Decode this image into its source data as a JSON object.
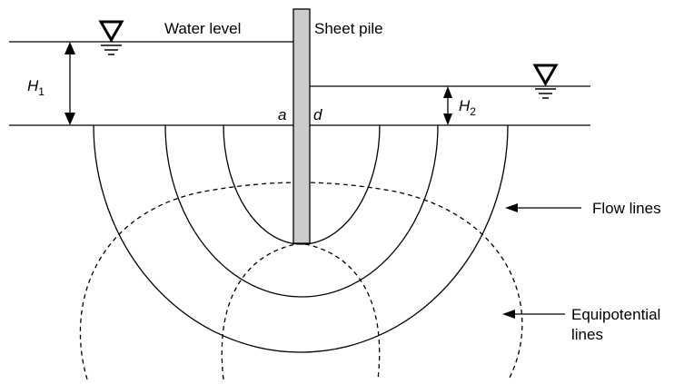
{
  "labels": {
    "water_level": "Water level",
    "sheet_pile": "Sheet pile",
    "h1": "H",
    "h1_sub": "1",
    "h2": "H",
    "h2_sub": "2",
    "point_a": "a",
    "point_d": "d",
    "flow_lines": "Flow lines",
    "equipotential_line1": "Equipotential",
    "equipotential_line2": "lines"
  },
  "icons": {
    "water_level_symbol": "inverted-triangle-water-icon"
  },
  "colors": {
    "pile_fill": "#cccccc",
    "stroke": "#000000",
    "background": "#ffffff"
  }
}
